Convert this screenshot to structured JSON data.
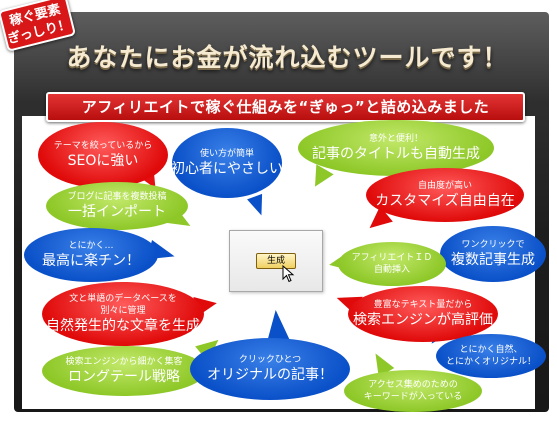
{
  "badge": {
    "line1": "稼ぐ要素",
    "line2": "ぎっしり！"
  },
  "headline": "あなたにお金が流れ込むツールです！",
  "subheadline": "アフィリエイトで稼ぐ仕組みを“ぎゅっ”と詰め込みました",
  "bubbles": {
    "seo": {
      "small": "テーマを絞っているから",
      "big": "SEOに強い"
    },
    "beginner": {
      "small": "使い方が簡単",
      "big": "初心者にやさしい"
    },
    "title": {
      "small": "意外と便利！",
      "big": "記事のタイトルも自動生成"
    },
    "import": {
      "small": "ブログに記事を複数投稿",
      "big": "一括インポート"
    },
    "custom": {
      "small": "自由度が高い",
      "big": "カスタマイズ自由自在"
    },
    "easy": {
      "small": "とにかく…",
      "big": "最高に楽チン！"
    },
    "oneclick": {
      "small": "ワンクリックで",
      "big": "複数記事生成"
    },
    "affid": {
      "small": "アフィリエイトＩＤ",
      "small2": "自動挿入"
    },
    "natural": {
      "small": "文と単語のデータベースを",
      "small2": "別々に管理",
      "big": "自然発生的な文章を生成"
    },
    "seoeval": {
      "small": "豊富なテキスト量だから",
      "big": "検索エンジンが高評価"
    },
    "longtail": {
      "small": "検索エンジンから細かく集客",
      "big": "ロングテール戦略"
    },
    "original": {
      "small": "クリックひとつ",
      "big": "オリジナルの記事！"
    },
    "natural2": {
      "small": "とにかく自然、",
      "small2": "とにかくオリジナル！"
    },
    "keyword": {
      "small": "アクセス集めのための",
      "small2": "キーワードが入っている"
    }
  },
  "generate_button": "生成"
}
